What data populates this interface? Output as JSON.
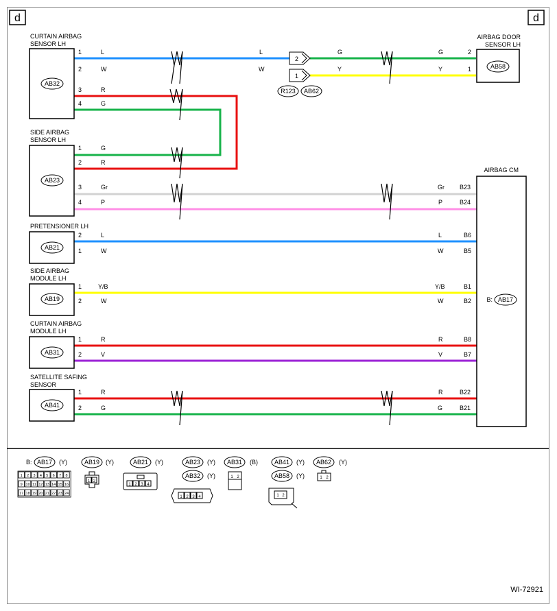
{
  "page": {
    "corner_left": "d",
    "corner_right": "d",
    "diagram_id": "WI-72921"
  },
  "wire_colors": {
    "L": "#1e90ff",
    "G": "#17b34a",
    "Y": "#ffff00",
    "R": "#e81010",
    "Gr": "#d2d2d2",
    "P": "#ff8fe6",
    "Y/B": "#ffff00",
    "V": "#9b22d6",
    "W": "#ffffff"
  },
  "components": [
    {
      "name": "CURTAIN AIRBAG",
      "name2": "SENSOR LH",
      "code": "AB32"
    },
    {
      "name": "SIDE AIRBAG",
      "name2": "SENSOR LH",
      "code": "AB23"
    },
    {
      "name": "PRETENSIONER LH",
      "name2": "",
      "code": "AB21"
    },
    {
      "name": "SIDE AIRBAG",
      "name2": "MODULE LH",
      "code": "AB19"
    },
    {
      "name": "CURTAIN AIRBAG",
      "name2": "MODULE LH",
      "code": "AB31"
    },
    {
      "name": "SATELLITE SAFING",
      "name2": "SENSOR",
      "code": "AB41"
    }
  ],
  "door_sensor": {
    "name": "AIRBAG DOOR",
    "name2": "SENSOR LH",
    "code": "AB58"
  },
  "cm": {
    "name": "AIRBAG CM",
    "prefix": "B:",
    "code": "AB17"
  },
  "joint": {
    "pin_top": "2",
    "pin_bot": "1",
    "code1": "R123",
    "code2": "AB62"
  },
  "wires": [
    {
      "pin": "1",
      "color": "L",
      "mid": "L",
      "right_color": "G",
      "right_pin": "2",
      "right_label": "G",
      "right_after": "G"
    },
    {
      "pin": "2",
      "color": "W",
      "mid": "W",
      "right_color": "Y",
      "right_pin": "1",
      "right_label": "Y",
      "right_after": "Y"
    },
    {
      "pin": "3",
      "color": "R"
    },
    {
      "pin": "4",
      "color": "G"
    },
    {
      "pin": "1",
      "color": "G"
    },
    {
      "pin": "2",
      "color": "R"
    },
    {
      "pin": "3",
      "color": "Gr",
      "end_color": "Gr",
      "end_pin": "B23"
    },
    {
      "pin": "4",
      "color": "P",
      "end_color": "P",
      "end_pin": "B24"
    },
    {
      "pin": "2",
      "color": "L",
      "end_color": "L",
      "end_pin": "B6"
    },
    {
      "pin": "1",
      "color": "W",
      "end_color": "W",
      "end_pin": "B5"
    },
    {
      "pin": "1",
      "color": "Y/B",
      "end_color": "Y/B",
      "end_pin": "B1"
    },
    {
      "pin": "2",
      "color": "W",
      "end_color": "W",
      "end_pin": "B2"
    },
    {
      "pin": "1",
      "color": "R",
      "end_color": "R",
      "end_pin": "B8"
    },
    {
      "pin": "2",
      "color": "V",
      "end_color": "V",
      "end_pin": "B7"
    },
    {
      "pin": "1",
      "color": "R",
      "end_color": "R",
      "end_pin": "B22"
    },
    {
      "pin": "2",
      "color": "G",
      "end_color": "G",
      "end_pin": "B21"
    }
  ],
  "legend": [
    {
      "prefix": "B:",
      "code": "AB17",
      "color_code": "(Y)",
      "pins": [
        "1",
        "2",
        "3",
        "4",
        "5",
        "6",
        "7",
        "8",
        "9",
        "10",
        "11",
        "12",
        "13",
        "14",
        "15",
        "16",
        "17",
        "18",
        "19",
        "20",
        "21",
        "22",
        "23",
        "24"
      ]
    },
    {
      "prefix": "",
      "code": "AB19",
      "color_code": "(Y)",
      "pins": [
        "1",
        "2"
      ]
    },
    {
      "prefix": "",
      "code": "AB21",
      "color_code": "(Y)",
      "pins": [
        "1",
        "2",
        "3",
        "4"
      ]
    },
    {
      "prefix": "",
      "code": "AB23",
      "color_code": "(Y)",
      "pins": []
    },
    {
      "prefix": "",
      "code": "AB32",
      "color_code": "(Y)",
      "pins": [
        "1",
        "2",
        "3",
        "4"
      ]
    },
    {
      "prefix": "",
      "code": "AB31",
      "color_code": "(B)",
      "pins": [
        "1",
        "2"
      ]
    },
    {
      "prefix": "",
      "code": "AB41",
      "color_code": "(Y)",
      "pins": []
    },
    {
      "prefix": "",
      "code": "AB58",
      "color_code": "(Y)",
      "pins": [
        "1",
        "2"
      ]
    },
    {
      "prefix": "",
      "code": "AB62",
      "color_code": "(Y)",
      "pins": [
        "1",
        "2"
      ]
    }
  ]
}
